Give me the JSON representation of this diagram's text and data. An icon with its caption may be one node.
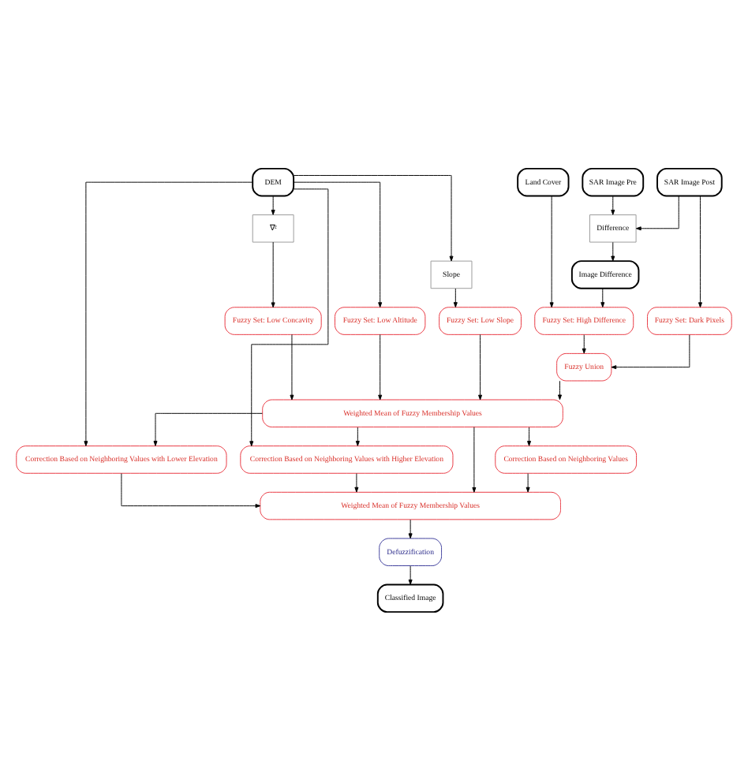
{
  "diagram": {
    "nodes": [
      {
        "text": [
          "SAR Image Post"
        ]
      },
      {
        "text": [
          "SAR Image Pre"
        ]
      },
      {
        "text": [
          "Land Cover"
        ]
      },
      {
        "text": [
          "DEM"
        ]
      },
      {
        "text": [
          "Difference"
        ]
      },
      {
        "text": [
          "Slope"
        ]
      },
      {
        "text": [
          "∇²"
        ]
      },
      {
        "text": [
          "Image Difference"
        ]
      },
      {
        "text": [
          "Fuzzy Set: Dark Pixels"
        ]
      },
      {
        "text": [
          "Fuzzy Set: High Difference"
        ]
      },
      {
        "text": [
          "Fuzzy Set: Low Slope"
        ]
      },
      {
        "text": [
          "Fuzzy Set: Low Altitude"
        ]
      },
      {
        "text": [
          "Fuzzy Set: Low Concavity"
        ]
      },
      {
        "text": [
          "Fuzzy Union"
        ]
      },
      {
        "text": [
          "Weighted Mean of Fuzzy Membership Values"
        ]
      },
      {
        "text": [
          "Correction Based on Neighboring Values"
        ]
      },
      {
        "text": [
          "Correction Based on Neighboring Values with Higher Elevation"
        ]
      },
      {
        "text": [
          "Correction Based on Neighboring Values with Lower Elevation"
        ]
      },
      {
        "text": [
          "Weighted Mean of Fuzzy Membership Values"
        ]
      },
      {
        "text": [
          "Defuzzification"
        ]
      },
      {
        "text": [
          "Classified Image"
        ]
      }
    ],
    "edges": [
      {
        "from": 0,
        "to": 4,
        "arrow": "to"
      },
      {
        "from": 1,
        "to": 4,
        "arrow": "to"
      },
      {
        "from": 0,
        "to": 8,
        "arrow": "to"
      },
      {
        "from": 4,
        "to": 7,
        "arrow": "to"
      },
      {
        "from": 7,
        "to": 9,
        "arrow": "to"
      },
      {
        "from": 2,
        "to": 9,
        "arrow": "to"
      },
      {
        "from": 3,
        "to": 5,
        "arrow": "to"
      },
      {
        "from": 3,
        "to": 11,
        "arrow": "to"
      },
      {
        "from": 3,
        "to": 6,
        "arrow": "to"
      },
      {
        "from": 3,
        "to": 16,
        "arrow": "to"
      },
      {
        "from": 3,
        "to": 17,
        "arrow": "to"
      },
      {
        "from": 5,
        "to": 10,
        "arrow": "to"
      },
      {
        "from": 6,
        "to": 12,
        "arrow": "to"
      },
      {
        "from": 8,
        "to": 13,
        "arrow": "to"
      },
      {
        "from": 9,
        "to": 13,
        "arrow": "to"
      },
      {
        "from": 13,
        "to": 14,
        "arrow": "to"
      },
      {
        "from": 10,
        "to": 14,
        "arrow": "to"
      },
      {
        "from": 11,
        "to": 14,
        "arrow": "to"
      },
      {
        "from": 12,
        "to": 14,
        "arrow": "to"
      },
      {
        "from": 14,
        "to": 15,
        "arrow": "to"
      },
      {
        "from": 14,
        "to": 18,
        "arrow": "to"
      },
      {
        "from": 14,
        "to": 16,
        "arrow": "to"
      },
      {
        "from": 14,
        "to": 17,
        "arrow": "to"
      },
      {
        "from": 15,
        "to": 18,
        "arrow": "to"
      },
      {
        "from": 16,
        "to": 18,
        "arrow": "to"
      },
      {
        "from": 17,
        "to": 18,
        "arrow": "to"
      },
      {
        "from": 18,
        "to": 19,
        "arrow": "to"
      },
      {
        "from": 19,
        "to": 20,
        "arrow": "to"
      }
    ]
  }
}
